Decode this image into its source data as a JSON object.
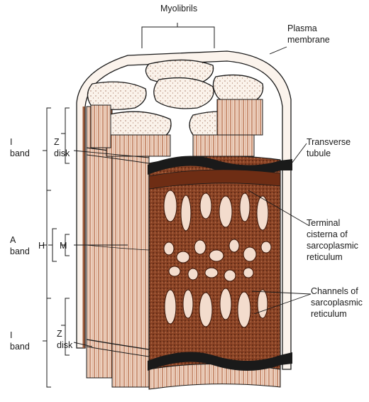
{
  "labels": {
    "myofibrils": "Myolibrils",
    "plasma_membrane_1": "Plasma",
    "plasma_membrane_2": "membrane",
    "transverse_tubule_1": "Transverse",
    "transverse_tubule_2": "tubule",
    "terminal_cisterna_1": "Terminal",
    "terminal_cisterna_2": "cisterna of",
    "terminal_cisterna_3": "sarcoplasmic",
    "terminal_cisterna_4": "reticulum",
    "channels_1": "Channels of",
    "channels_2": "sarcoplasmic",
    "channels_3": "reticulum",
    "i_band_top_1": "I",
    "i_band_top_2": "band",
    "z_disk_top_1": "Z",
    "z_disk_top_2": "disk",
    "a_band_1": "A",
    "a_band_2": "band",
    "h_zone": "H",
    "m_line": "M",
    "i_band_bottom_1": "I",
    "i_band_bottom_2": "band",
    "z_disk_bottom_1": "Z",
    "z_disk_bottom_2": "disk"
  },
  "colors": {
    "stroke": "#1a1a1a",
    "fiber_light": "#f4ddd0",
    "fiber_stripe": "#b86e4a",
    "fiber_dark": "#7a3a1e",
    "reticulum": "#5e2612",
    "cap": "#faf2ea",
    "tubule": "#1a1a1a"
  }
}
